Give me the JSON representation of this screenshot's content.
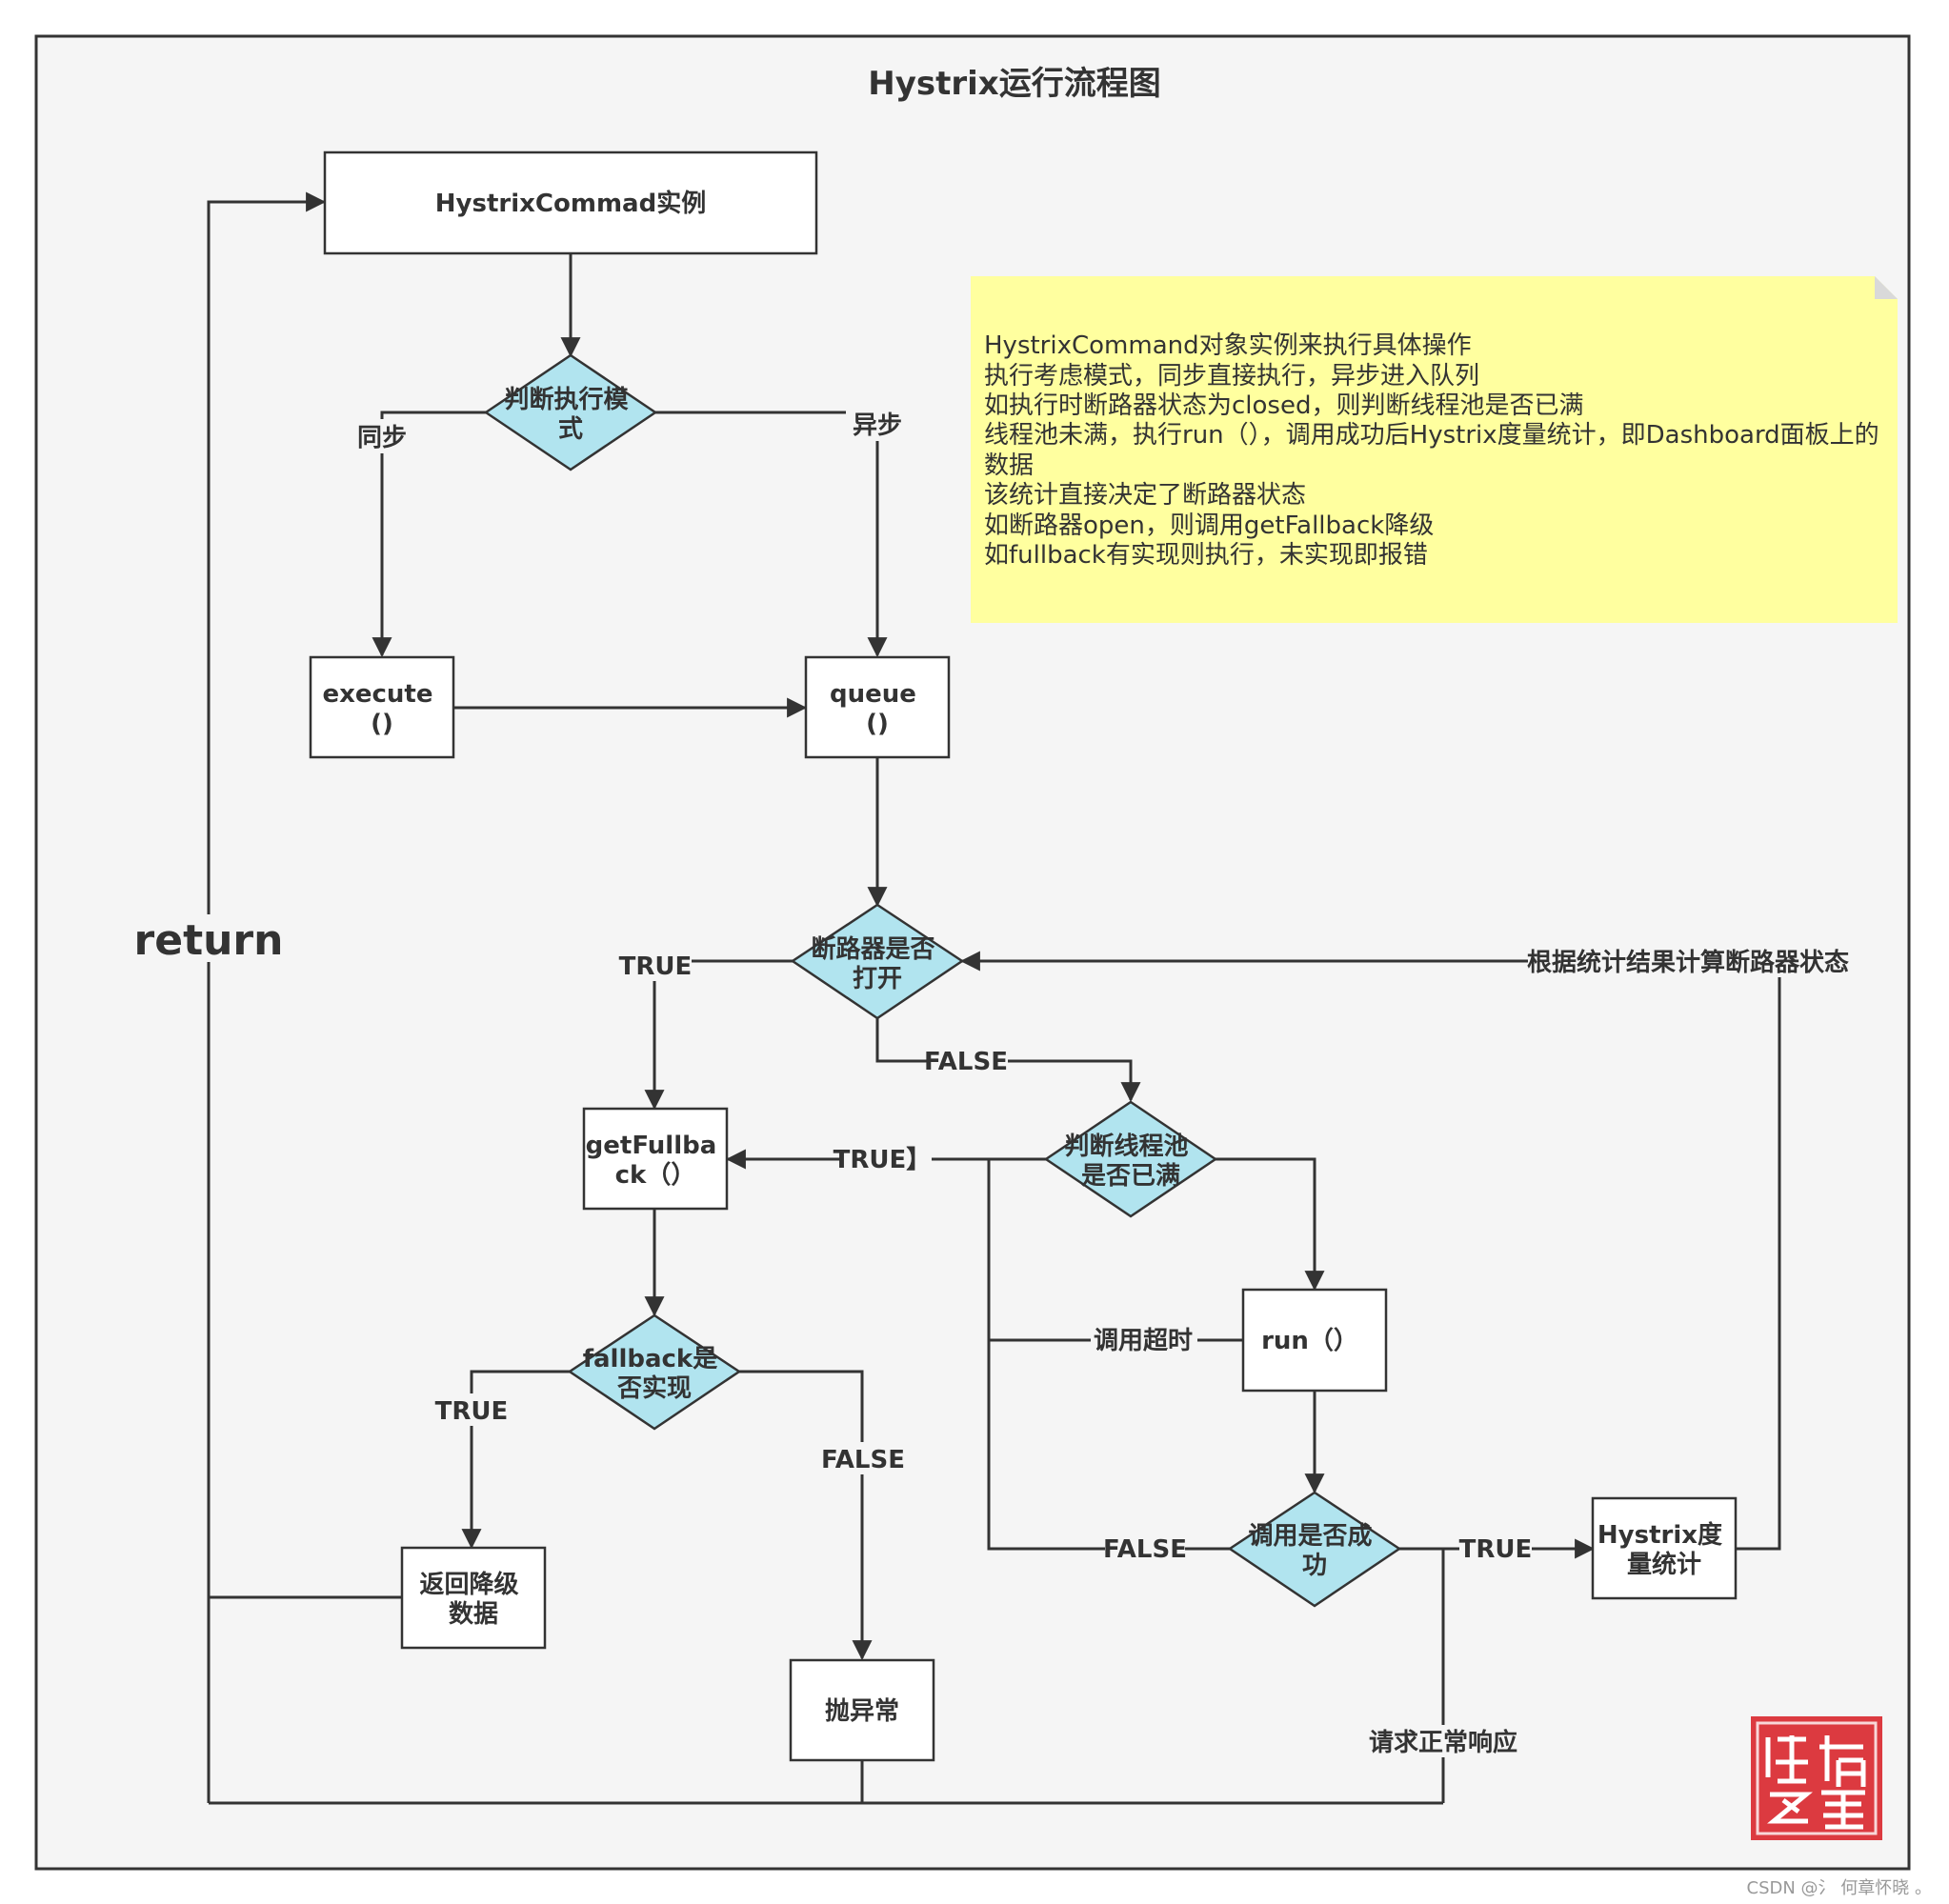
{
  "title": "Hystrix运行流程图",
  "nodes": {
    "command": "HystrixCommad实例",
    "mode_decision": [
      "判断执行模",
      "式"
    ],
    "execute": [
      "execute",
      "()"
    ],
    "queue": [
      "queue",
      "()"
    ],
    "breaker_open": [
      "断路器是否",
      "打开"
    ],
    "get_fallback": [
      "getFullba",
      "ck（）"
    ],
    "pool_full": [
      "判断线程池",
      "是否已满"
    ],
    "run": "run（）",
    "fallback_impl": [
      "fallback是",
      "否实现"
    ],
    "return_degraded": [
      "返回降级",
      "数据"
    ],
    "throw": "抛异常",
    "call_success": [
      "调用是否成",
      "功"
    ],
    "metrics": [
      "Hystrix度",
      "量统计"
    ]
  },
  "edge_labels": {
    "sync": "同步",
    "async": "异步",
    "breaker_true": "TRUE",
    "breaker_false": "FALSE",
    "pool_true": "TRUE】",
    "timeout": "调用超时",
    "fallback_true": "TRUE",
    "fallback_false": "FALSE",
    "call_false": "FALSE",
    "call_true": "TRUE",
    "calc_state": "根据统计结果计算断路器状态",
    "normal_response": "请求正常响应",
    "return": "return"
  },
  "note": {
    "lines": [
      "HystrixCommand对象实例来执行具体操作",
      "执行考虑模式，同步直接执行，异步进入队列",
      "如执行时断路器状态为closed，则判断线程池是否已满",
      "线程池未满，执行run（），调用成功后Hystrix度量统计，即Dashboard面板上的",
      "数据",
      "该统计直接决定了断路器状态",
      "如断路器open，则调用getFallback降级",
      "如fullback有实现则执行，未实现即报错"
    ]
  },
  "footer": "CSDN @氵 何章怀晓 。",
  "colors": {
    "canvas": "#f5f5f5",
    "diamond_fill": "#b1e4ef",
    "note_fill": "#ffff9f",
    "stroke": "#333333",
    "seal": "#d9262c"
  }
}
